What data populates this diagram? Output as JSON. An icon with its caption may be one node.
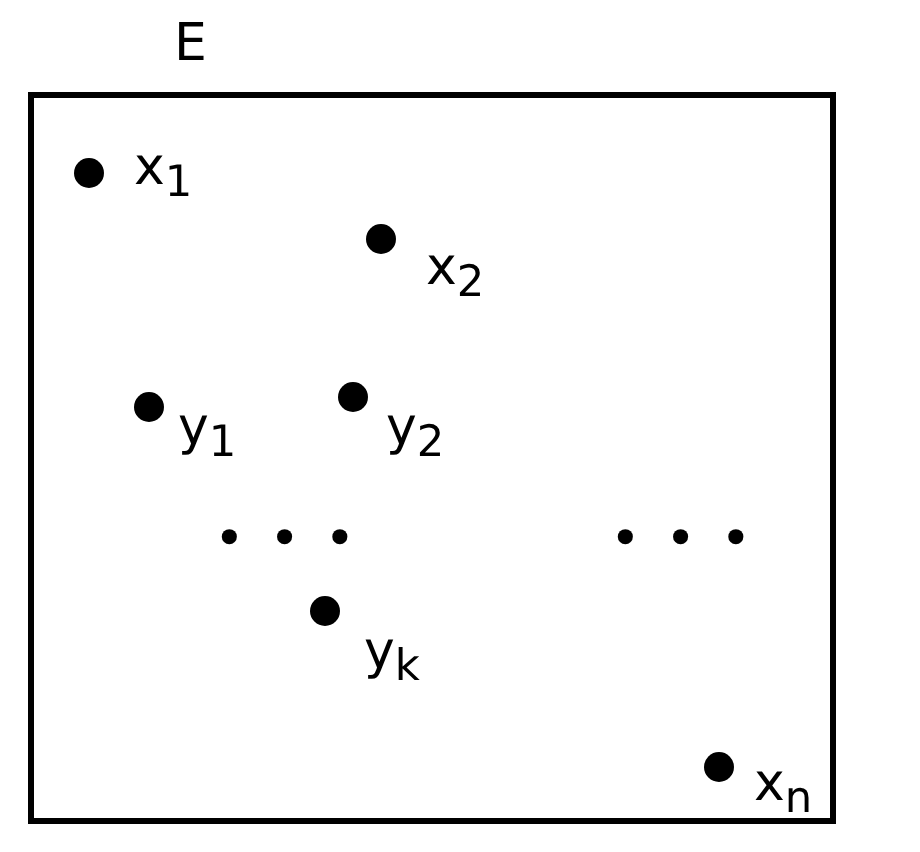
{
  "diagram": {
    "nodes": [
      {
        "text": [
          "E"
        ]
      },
      {
        "text": [],
        "shape": "circle",
        "in": 0,
        "beside": [
          "x$_{1}$"
        ]
      },
      {
        "text": [],
        "shape": "circle",
        "in": 0,
        "beside": [
          "x$_{2}$"
        ]
      },
      {
        "text": [],
        "shape": "circle",
        "in": 0,
        "beside": [
          "y$_{1}$"
        ]
      },
      {
        "text": [],
        "shape": "circle",
        "in": 0,
        "beside": [
          "y$_{2}$"
        ]
      },
      {
        "text": [],
        "shape": "circle",
        "in": 0,
        "beside": [
          "y$_{k}$"
        ]
      },
      {
        "text": [],
        "shape": "circle",
        "in": 0,
        "beside": [
          "x$_{n}$"
        ]
      }
    ],
    "labels": [
      "• • •",
      "• • •"
    ]
  }
}
